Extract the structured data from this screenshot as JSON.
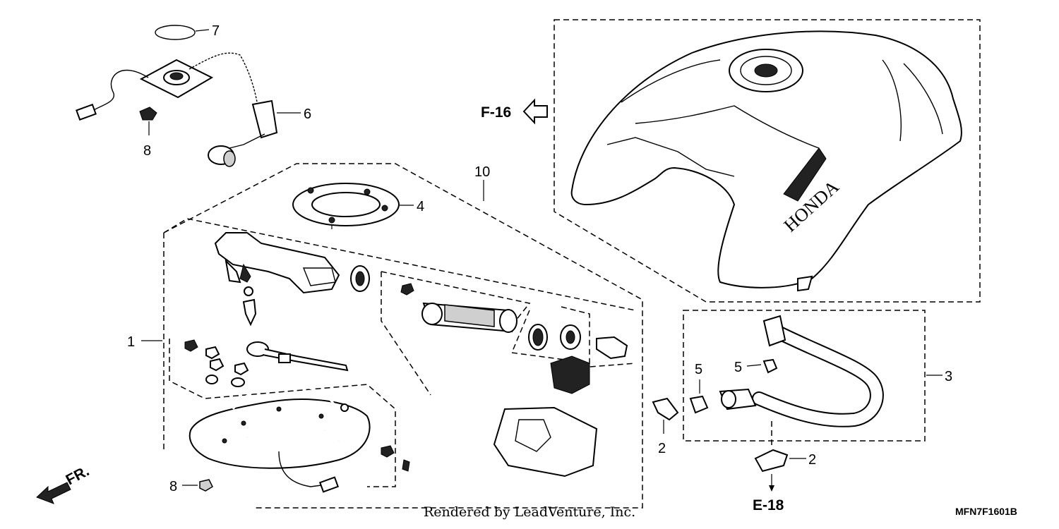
{
  "callouts": {
    "c1": "1",
    "c2a": "2",
    "c2b": "2",
    "c3": "3",
    "c4": "4",
    "c5a": "5",
    "c5b": "5",
    "c6": "6",
    "c7": "7",
    "c8a": "8",
    "c8b": "8",
    "c10": "10"
  },
  "refs": {
    "f16": "F-16",
    "e18": "E-18",
    "fr": "FR."
  },
  "tank_brand": "HONDA",
  "diagram_code": "MFN7F1601B",
  "credit": "Rendered by LeadVenture, Inc."
}
